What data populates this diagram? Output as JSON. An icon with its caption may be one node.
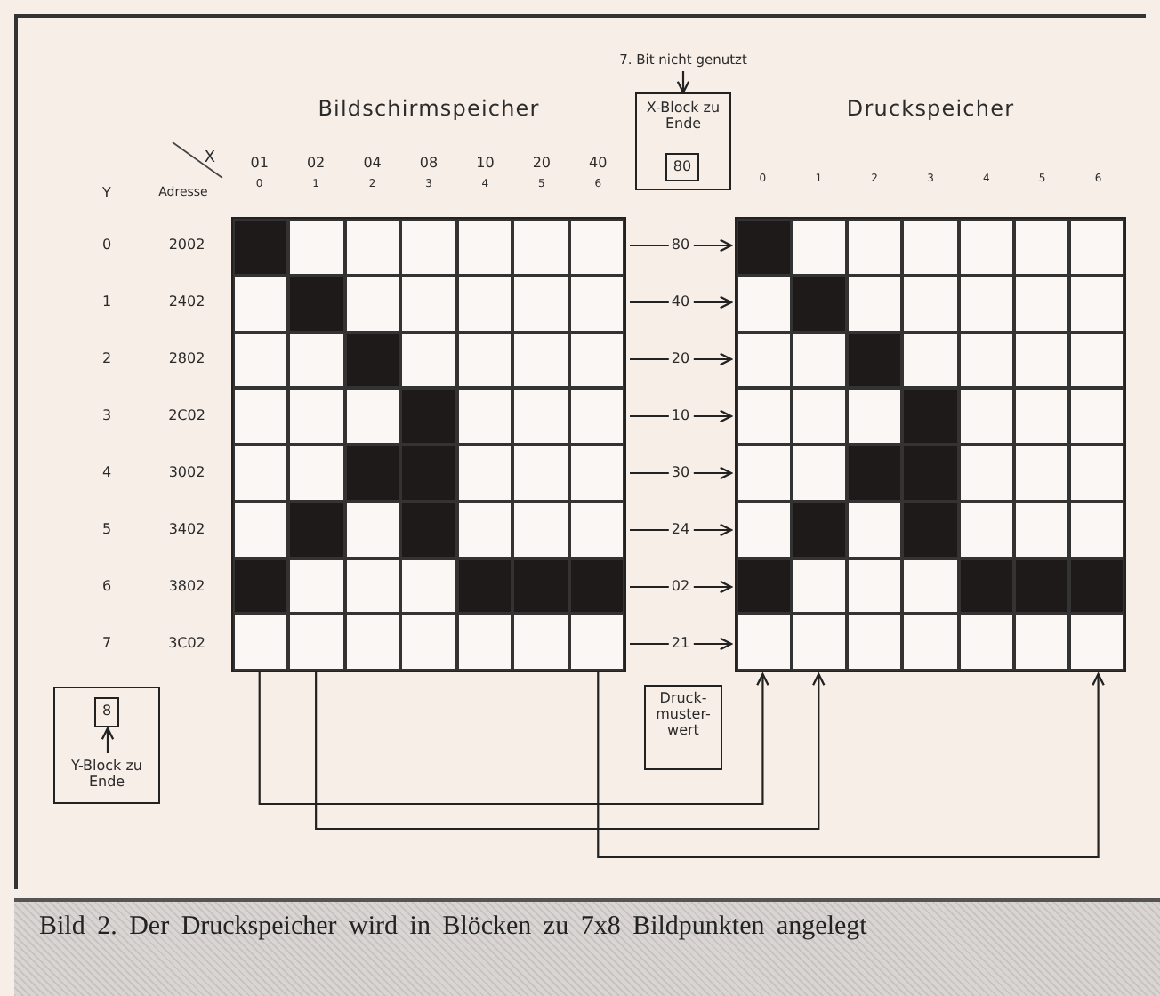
{
  "diagram": {
    "caption": "Bild 2. Der Druckspeicher wird in Blöcken zu 7x8 Bildpunkten angelegt",
    "nodes": [
      {
        "text": [
          "7. Bit nicht genutzt"
        ]
      },
      {
        "text": [
          "X-Block zu Ende"
        ]
      },
      {
        "text": [
          "80"
        ],
        "in": 1
      },
      {
        "text": [
          "Bildschirmspeicher"
        ]
      },
      {
        "text": [
          "Druckspeicher"
        ]
      },
      {
        "text": [],
        "shape": "box"
      },
      {
        "text": [
          "8"
        ],
        "in": 5
      },
      {
        "text": [
          "Y-Block zu Ende"
        ],
        "in": 5
      },
      {
        "text": [
          "Druck- muster- wert"
        ]
      }
    ],
    "edges": [
      {
        "from": 3,
        "to": 4,
        "arrow": "to",
        "label": "80"
      },
      {
        "from": 3,
        "to": 4,
        "arrow": "to",
        "label": "40"
      },
      {
        "from": 3,
        "to": 4,
        "arrow": "to",
        "label": "20"
      },
      {
        "from": 3,
        "to": 4,
        "arrow": "to",
        "label": "10"
      },
      {
        "from": 3,
        "to": 4,
        "arrow": "to",
        "label": "30"
      },
      {
        "from": 3,
        "to": 4,
        "arrow": "to",
        "label": "24"
      },
      {
        "from": 3,
        "to": 4,
        "arrow": "to",
        "label": "02"
      },
      {
        "from": 3,
        "to": 4,
        "arrow": "to",
        "label": "21"
      },
      {
        "from": 3,
        "to": 4,
        "arrow": "to"
      },
      {
        "from": 3,
        "to": 4,
        "arrow": "to"
      },
      {
        "from": 3,
        "to": 4,
        "arrow": "to"
      },
      {
        "from": 0,
        "to": 1,
        "arrow": "to"
      },
      {
        "from": 7,
        "to": 6,
        "arrow": "to"
      }
    ],
    "labels": [
      "X",
      "01",
      "02",
      "04",
      "08",
      "10",
      "20",
      "40",
      "0",
      "1",
      "2",
      "3",
      "4",
      "5",
      "6",
      "0",
      "1",
      "2",
      "3",
      "4",
      "5",
      "6",
      "Y",
      "Adresse",
      "0",
      "2002",
      "1",
      "2402",
      "2",
      "2802",
      "3",
      "2C02",
      "4",
      "3002",
      "5",
      "3402",
      "6",
      "3802",
      "7",
      "3C02"
    ]
  }
}
